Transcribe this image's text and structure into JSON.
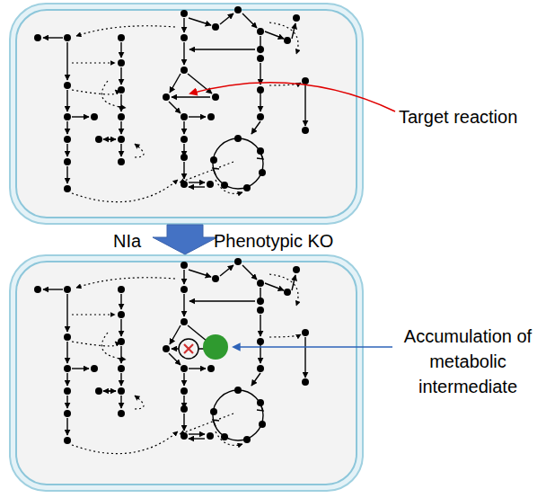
{
  "diagram": {
    "labels": [
      "Target reaction",
      "NIa",
      "Phenotypic KO",
      "Accumulation of metabolic intermediate"
    ]
  }
}
